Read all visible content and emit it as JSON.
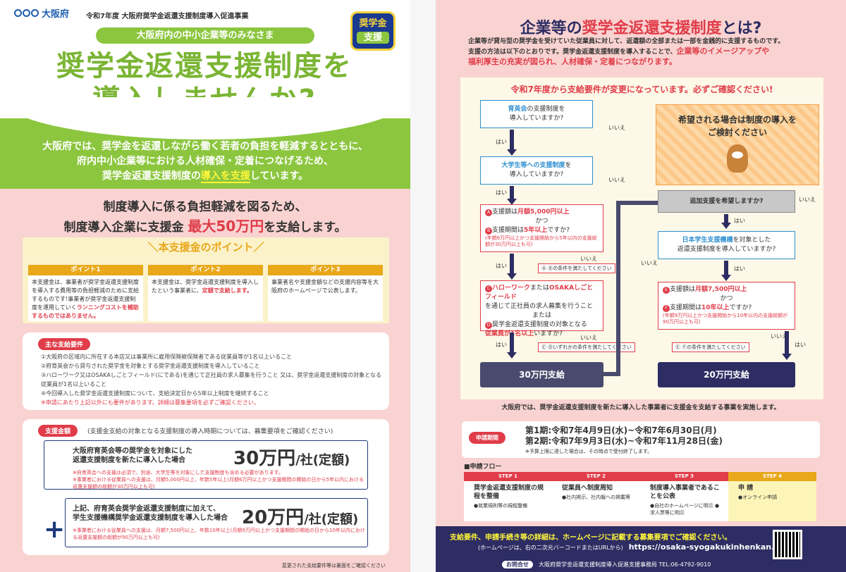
{
  "left": {
    "logo_text": "大阪府",
    "project": "令和7年度 大阪府奨学金返還支援制度導入促進事業",
    "audience": "大阪府内の中小企業等のみなさま",
    "badge_top": "奨学金",
    "badge_bottom": "支援",
    "title_line1": "奨学金返還支援制度を",
    "title_line2": "導入しませんか?",
    "intro_line1": "大阪府では、奨学金を返還しながら働く若者の負担を軽減するとともに、",
    "intro_line2": "府内中小企業等における人材確保・定着につなげるため、",
    "intro_line3a": "奨学金返還支援制度の",
    "intro_line3b": "導入を支援",
    "intro_line3c": "しています。",
    "support_line1": "制度導入に係る負担軽減を図るため、",
    "support_line2a": "制度導入企業に支援金",
    "support_line2b": "最大50万円",
    "support_line2c": "を支給します。",
    "points_head": "本支援金のポイント",
    "points": [
      {
        "label": "ポイント1",
        "text": "本支援金は、事業者が奨学金返還支援制度を導入する費用等の負担軽減のために支給するものです!事業者が奨学金返還支援制度を運用していく",
        "text_red": "ランニングコストを補助するものではありません。"
      },
      {
        "label": "ポイント2",
        "text": "本支援金は、奨学金返還支援制度を導入したという事業者に、",
        "text_red": "定額で支給します。"
      },
      {
        "label": "ポイント3",
        "text": "事業者名や支援金額などの支援内容等を大阪府のホームページで公表します。",
        "text_red": ""
      }
    ],
    "req_head": "主な支給要件",
    "requirements": [
      "①大阪府の区域内に所在する本店又は事業所に雇用保険被保険者である従業員等が1名以上いること",
      "②府育英会から貸与された奨学金を対象とする奨学金返還支援制度を導入していること",
      "③ハローワーク又はOSAKAしごとフィールド(にである)を通じて正社員の求人募集を行うこと 又は、奨学金返還支援制度の対象となる従業員が1名以上いること",
      "④今回導入した奨学金返還支援制度について、支給決定日から5年以上制度を継続すること"
    ],
    "req_note": "※申請にあたり上記以外にも要件があります。詳細は募集要項を必ずご確認ください。",
    "amt_head": "支援金額",
    "amt_note": "(支援金支給の対象となる支援制度の導入時期については、募集要項をご確認ください)",
    "amt1_label1": "大阪府育英会等の奨学金を対象にした",
    "amt1_label2": "返還支援制度を新たに導入した場合",
    "amt1_value": "30万円",
    "amt1_unit": "/社(定額)",
    "amt1_small1": "※府育英会への支援は必須で、別途、大学生等を対象にした支援制度も含める必要があります。",
    "amt1_small2": "※事業者における従業員への支援は、月額5,000円以上、年数5年以上(月額6万円以上かつ支援期間の開始の日から5年以内における返還支援額の総額が30万円以上も可)",
    "plus": "+",
    "amt2_label1": "上記、府育英会奨学金返還支援制度に加えて、",
    "amt2_label2": "学生支援機構奨学金返還支援制度を導入した場合",
    "amt2_value": "20万円",
    "amt2_unit": "/社(定額)",
    "amt2_small": "※事業者における従業員への支援は、月額7,500円以上、年数10年以上(月額9万円以上かつ支援期間の開始の日から10年以内における返還支援額の総額が90万円以上も可)",
    "footer_note": "変更された支給要件等は裏面をご確認ください"
  },
  "right": {
    "title_a": "企業等の",
    "title_b": "奨学金返還支援制度",
    "title_c": "とは?",
    "intro1": "企業等が貸与型の奨学金を受けていた従業員に対して、返還額の全部または一部を金銭的に支援するものです。",
    "intro2": "支援の方法は以下のとおりです。奨学金返還支援制度を導入することで、",
    "intro2_red": "企業等のイメージアップや",
    "intro3_red": "福利厚生の充実が図られ、人材確保・定着につながります。",
    "flow_head": "令和7年度から支給要件が変更になっています。必ずご確認ください!",
    "q1a": "育英会",
    "q1b": "の支援制度を",
    "q1c": "導入していますか?",
    "q2a": "大学生等への支援制度",
    "q2b": "を",
    "q2c": "導入していますか?",
    "no": "いいえ",
    "yes": "はい",
    "wish1": "希望される場合は制度の導入を",
    "wish2": "ご検討ください",
    "condA_1": "支援額は",
    "condA_1r": "月額5,000円以上",
    "condA_2": "かつ",
    "condA_3": "支援期間は",
    "condA_3r": "5年以上",
    "condA_3b": "ですか?",
    "condA_sm": "(年額6万円以上かつ支援開始から5年以内の支援総額が30万円以上も可)",
    "condAB_fail": "Ⓐ Ⓑの条件を満たしてください",
    "condC_1": "ハローワーク",
    "condC_1b": "または",
    "condC_1c": "OSAKAしごとフィールド",
    "condC_2": "を通じて正社員の求人募集を行うこと",
    "condC_3": "または",
    "condC_4": "奨学金返還支援制度の対象となる",
    "condC_5r": "従業員が1名以上",
    "condC_5b": "いますか?",
    "condCD_fail": "Ⓒ Ⓓいずれかの条件を満たしてください",
    "result30": "30万円支給",
    "q3": "追加支援を希望しますか?",
    "q4a": "日本学生支援機構",
    "q4b": "を対象とした",
    "q4c": "返還支援制度を導入していますか?",
    "condE_1": "支援額は",
    "condE_1r": "月額7,500円以上",
    "condE_2": "かつ",
    "condE_3": "支援期間は",
    "condE_3r": "10年以上",
    "condE_3b": "ですか?",
    "condE_sm": "(年額9万円以上かつ支援開始から10年以内の支援総額が90万円以上も可)",
    "condEF_fail": "Ⓔ Ⓕの条件を満たしてください",
    "result20": "20万円支給",
    "note": "大阪府では、奨学金返還支援制度を新たに導入した事業者に支援金を支給する事業を実施します。",
    "period_pill": "申請期間",
    "period1": "第1期:令和7年4月9日(水)~令和7年6月30日(月)",
    "period2": "第2期:令和7年9月3日(水)~令和7年11月28日(金)",
    "period_note": "※予算上限に達した場合は、その時点で受付終了します。",
    "flow_title": "■申請フロー",
    "steps": [
      {
        "label": "STEP 1",
        "title": "奨学金返還支援制度の規程を整備",
        "sub": "●就業規則等の規程整備"
      },
      {
        "label": "STEP 2",
        "title": "従業員へ制度周知",
        "sub": "●社内掲示、社内報への掲載等"
      },
      {
        "label": "STEP 3",
        "title": "制度導入事業者であることを公表",
        "sub": "●自社のホームページに明示 ●求人票等に明示"
      },
      {
        "label": "STEP 4",
        "title": "申 請",
        "sub": "●オンライン申請"
      }
    ],
    "bottom1": "支給要件、申請手続き等の詳細は、ホームページに記載する募集要項でご確認ください。",
    "bottom2": "(ホームページは、右の二次元バーコードまたはURLから)",
    "url": "https://osaka-syogakukinhenkan.jp",
    "contact_label": "お問合せ",
    "contact": "大阪府奨学金返還支援制度導入促進支援事務局 TEL:06-4792-9010"
  }
}
